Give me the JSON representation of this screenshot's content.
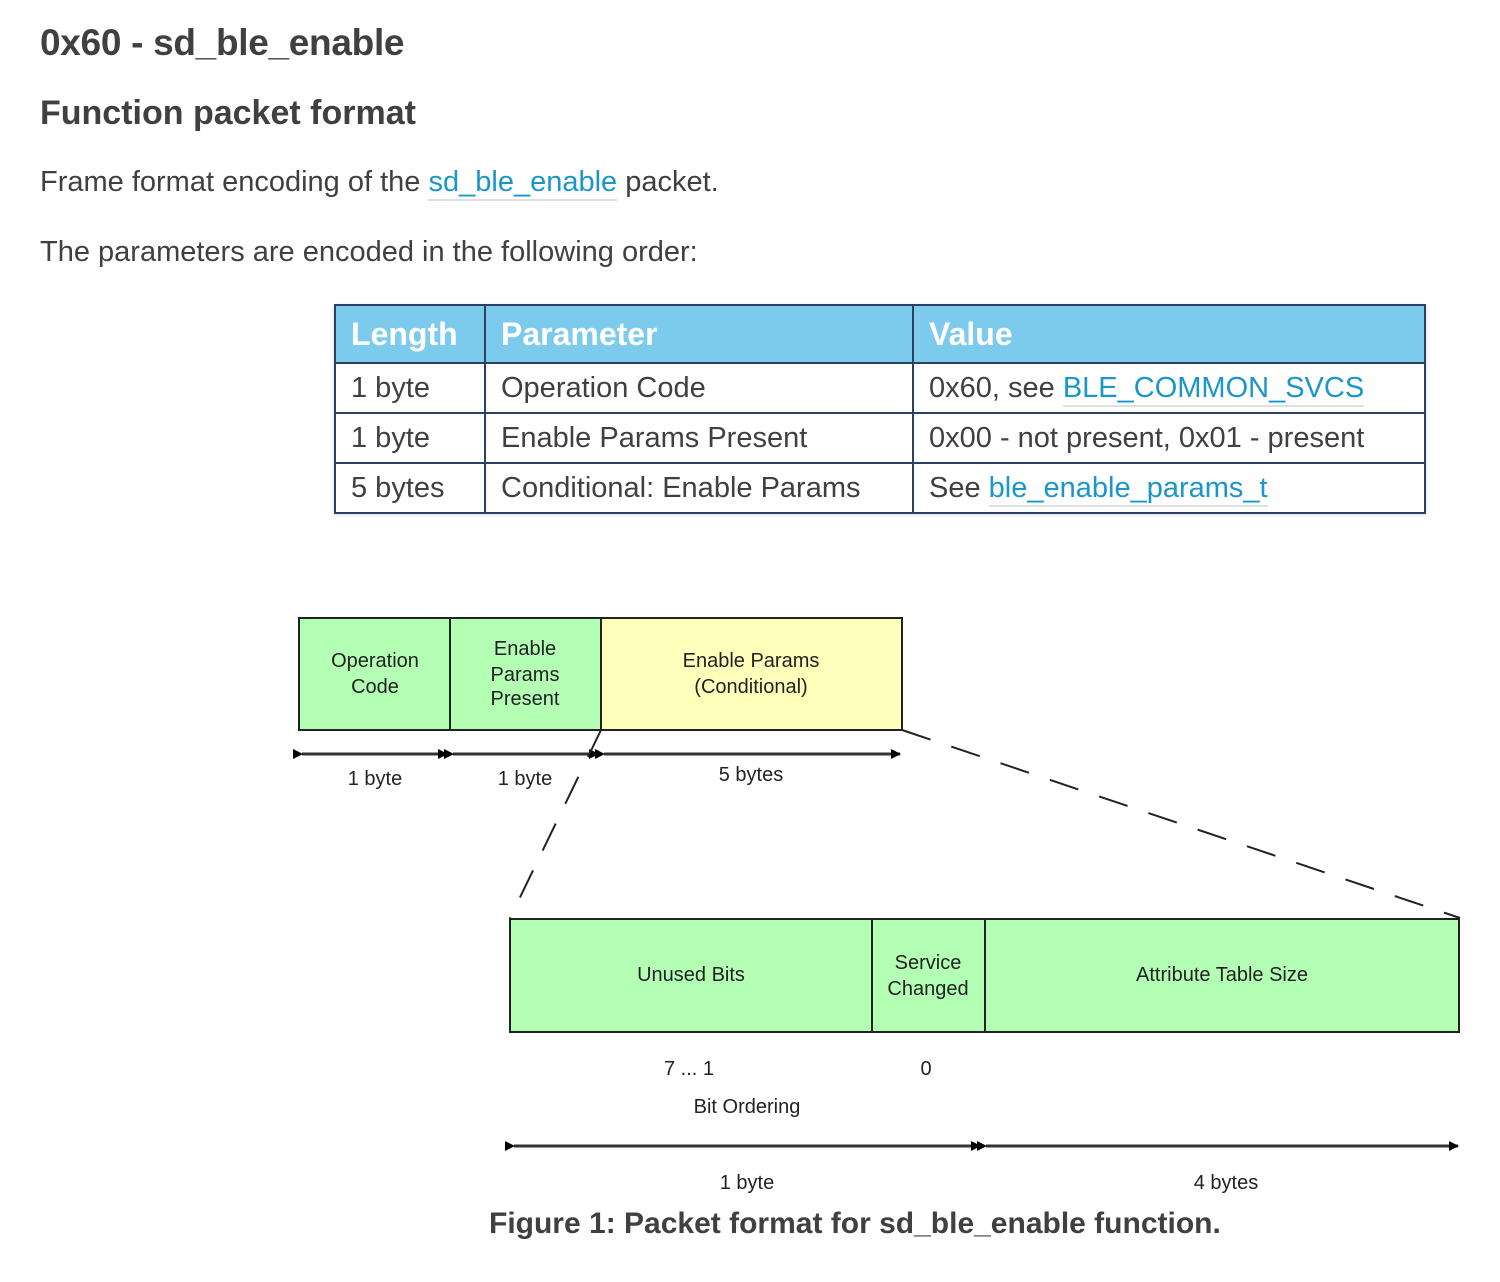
{
  "title": "0x60 - sd_ble_enable",
  "subtitle": "Function packet format",
  "intro": {
    "before": "Frame format encoding of the ",
    "link": "sd_ble_enable",
    "after": " packet."
  },
  "order_text": "The parameters are encoded in the following order:",
  "table": {
    "headers": [
      "Length",
      "Parameter",
      "Value"
    ],
    "rows": [
      {
        "length": "1 byte",
        "parameter": "Operation Code",
        "value_text": "0x60, see ",
        "value_link": "BLE_COMMON_SVCS"
      },
      {
        "length": "1 byte",
        "parameter": "Enable Params Present",
        "value_text": "0x00 - not present, 0x01 - present",
        "value_link": ""
      },
      {
        "length": "5 bytes",
        "parameter": "Conditional: Enable Params",
        "value_text": "See ",
        "value_link": "ble_enable_params_t"
      }
    ]
  },
  "figure": {
    "top_fields": [
      {
        "lines": [
          "Operation",
          "Code"
        ],
        "size": "1 byte",
        "color": "#b3ffb3"
      },
      {
        "lines": [
          "Enable",
          "Params",
          "Present"
        ],
        "size": "1 byte",
        "color": "#b3ffb3"
      },
      {
        "lines": [
          "Enable Params",
          "(Conditional)"
        ],
        "size": "5 bytes",
        "color": "#ffffbb"
      }
    ],
    "bottom_fields": [
      {
        "lines": [
          "Unused Bits"
        ],
        "bits": "7 ... 1"
      },
      {
        "lines": [
          "Service",
          "Changed"
        ],
        "bits": "0"
      },
      {
        "lines": [
          "Attribute Table Size"
        ],
        "bits": ""
      }
    ],
    "bit_ordering_label": "Bit Ordering",
    "bottom_sizes": [
      "1 byte",
      "4 bytes"
    ],
    "caption": "Figure 1: Packet format for sd_ble_enable function."
  }
}
